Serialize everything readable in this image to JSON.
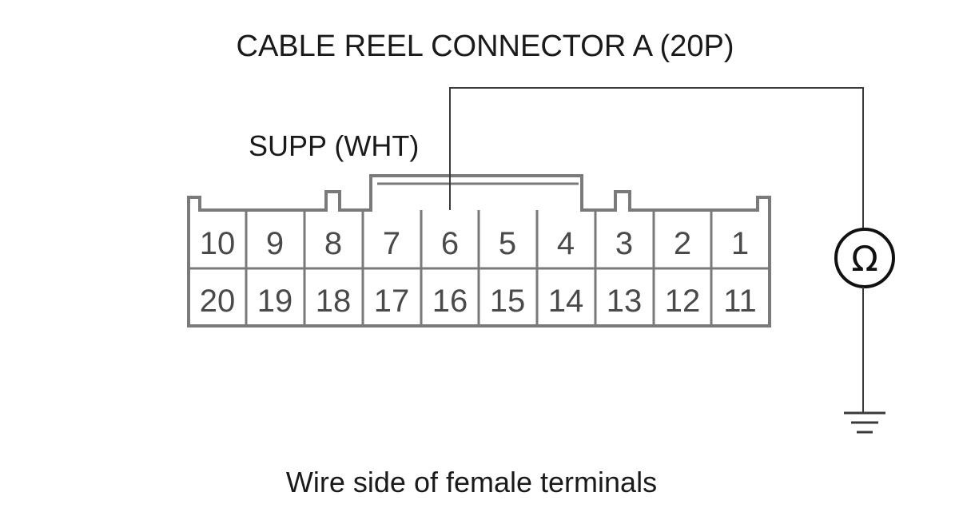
{
  "diagram": {
    "title": "CABLE REEL CONNECTOR A (20P)",
    "wire_label": "SUPP (WHT)",
    "caption": "Wire side of female terminals",
    "meter_symbol": "Ω",
    "pins_top": [
      "10",
      "9",
      "8",
      "7",
      "6",
      "5",
      "4",
      "3",
      "2",
      "1"
    ],
    "pins_bottom": [
      "20",
      "19",
      "18",
      "17",
      "16",
      "15",
      "14",
      "13",
      "12",
      "11"
    ],
    "probe_terminal": "6",
    "meter_icon": "ohmmeter-icon",
    "ground_icon": "ground-symbol-icon"
  }
}
